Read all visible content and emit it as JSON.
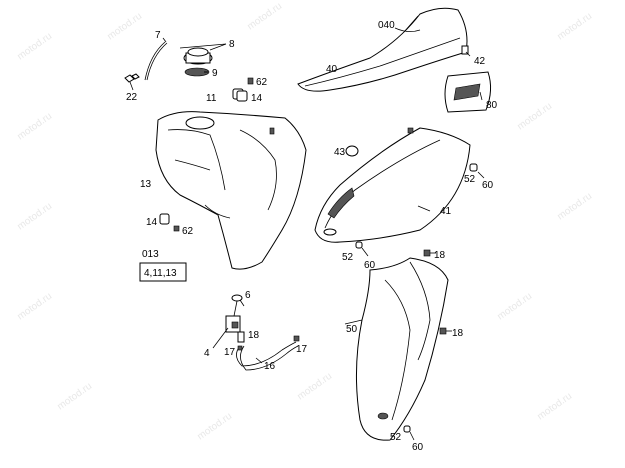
{
  "watermark": "motod.ru",
  "labels": {
    "l7": "7",
    "l8": "8",
    "l9": "9",
    "l22": "22",
    "l62a": "62",
    "l11": "11",
    "l14a": "14",
    "l040": "040",
    "l42": "42",
    "l40": "40",
    "l80": "80",
    "l13": "13",
    "l43": "43",
    "l52a": "52",
    "l60a": "60",
    "l41": "41",
    "l14b": "14",
    "l62b": "62",
    "l013": "013",
    "group": "4,11,13",
    "l52b": "52",
    "l60b": "60",
    "l18a": "18",
    "l6": "6",
    "l18b": "18",
    "l4": "4",
    "l17a": "17",
    "l17b": "17",
    "l16": "16",
    "l50": "50",
    "l18c": "18",
    "l52c": "52",
    "l60c": "60"
  }
}
